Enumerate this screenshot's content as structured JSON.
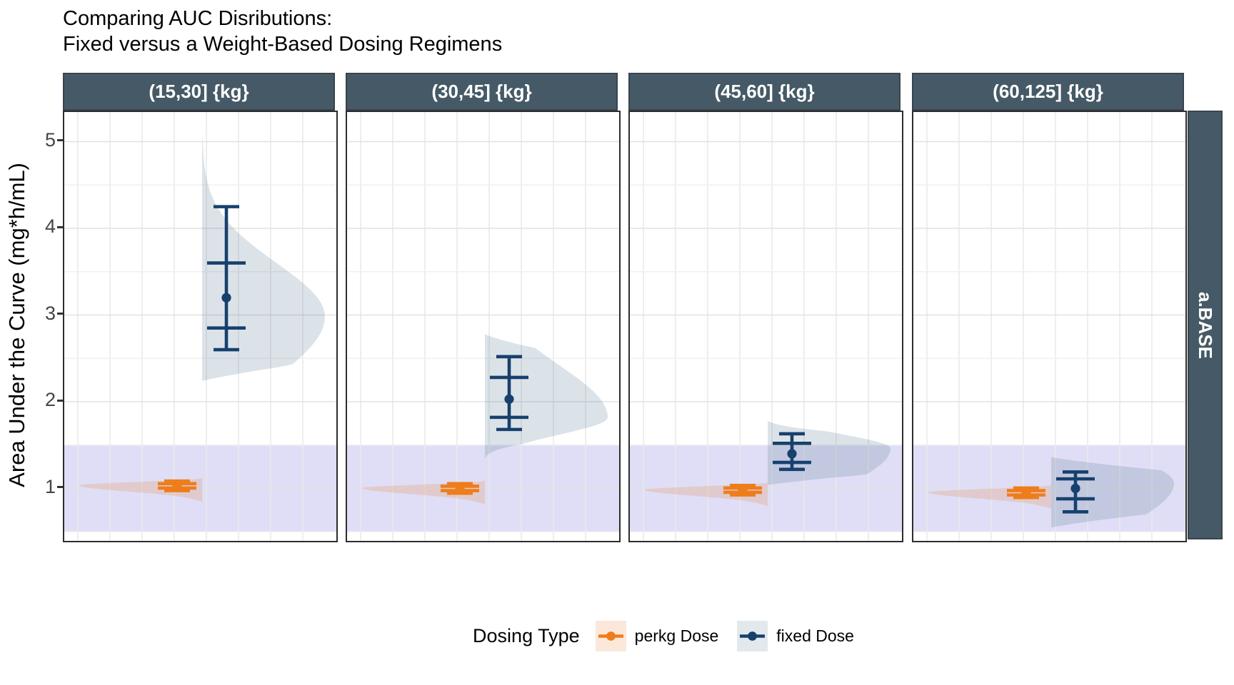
{
  "title": {
    "line1": "Comparing AUC Disributions:",
    "line2": "Fixed versus a Weight-Based Dosing Regimens"
  },
  "y_axis": {
    "title": "Area Under the Curve (mg*h/mL)",
    "ticks": [
      1,
      2,
      3,
      4,
      5
    ]
  },
  "facet_row_label": "a.BASE",
  "legend": {
    "title": "Dosing Type",
    "items": [
      {
        "label": "perkg Dose",
        "color": "#ee7d1c",
        "swatch_bg": "#fbe8da"
      },
      {
        "label": "fixed Dose",
        "color": "#17406d",
        "swatch_bg": "#e2e8ec"
      }
    ]
  },
  "colors": {
    "navy": "#17406d",
    "orange": "#ee7d1c",
    "slab_blue": "#51718c",
    "slab_orange": "#e89a6e",
    "band": "#c5c3ef",
    "strip_bg": "#455a66",
    "grid_major": "#e2e2e2",
    "grid_minor": "#f0f0f0",
    "grid_vertical": "#e9e9e9"
  },
  "chart_data": {
    "type": "interval+density raincloud (faceted half-eye plot)",
    "title": "Comparing AUC Disributions: Fixed versus a Weight-Based Dosing Regimens",
    "ylabel": "Area Under the Curve (mg*h/mL)",
    "ylim": [
      0.45,
      5.35
    ],
    "ytick_values": [
      1,
      2,
      3,
      4,
      5
    ],
    "grid": "major and minor (0.5 steps) horizontal, vertical gridlines unlabeled",
    "legend_position": "bottom",
    "reference_band": {
      "from": 0.5,
      "to": 1.5
    },
    "facets": [
      {
        "title": "(15,30] {kg}",
        "fixed": {
          "median": 3.2,
          "interval66": [
            2.85,
            3.6
          ],
          "interval95": [
            2.6,
            4.25
          ],
          "violin": {
            "min": 2.24,
            "max": 5.13,
            "mode": 2.98,
            "sd_low": 0.7,
            "sd_high": 0.62,
            "edge": 0.18
          }
        },
        "perkg": {
          "median": 1.03,
          "interval66": [
            1.005,
            1.055
          ],
          "interval95": [
            0.975,
            1.085
          ],
          "violin": {
            "min": 0.84,
            "max": 1.12,
            "mode": 1.035,
            "sd_low": 0.07,
            "sd_high": 0.035,
            "edge": 0.03
          }
        }
      },
      {
        "title": "(30,45] {kg}",
        "fixed": {
          "median": 2.03,
          "interval66": [
            1.82,
            2.28
          ],
          "interval95": [
            1.68,
            2.52
          ],
          "violin": {
            "min": 1.35,
            "max": 2.78,
            "mode": 1.82,
            "sd_low": 0.2,
            "sd_high": 0.6,
            "edge": 0.16
          }
        },
        "perkg": {
          "median": 1.0,
          "interval66": [
            0.975,
            1.025
          ],
          "interval95": [
            0.945,
            1.055
          ],
          "violin": {
            "min": 0.81,
            "max": 1.09,
            "mode": 1.005,
            "sd_low": 0.07,
            "sd_high": 0.035,
            "edge": 0.03
          }
        }
      },
      {
        "title": "(45,60] {kg}",
        "fixed": {
          "median": 1.4,
          "interval66": [
            1.3,
            1.52
          ],
          "interval95": [
            1.22,
            1.63
          ],
          "violin": {
            "min": 1.04,
            "max": 1.78,
            "mode": 1.46,
            "sd_low": 0.45,
            "sd_high": 0.165,
            "edge": 0.12
          }
        },
        "perkg": {
          "median": 0.98,
          "interval66": [
            0.955,
            1.005
          ],
          "interval95": [
            0.925,
            1.035
          ],
          "violin": {
            "min": 0.79,
            "max": 1.07,
            "mode": 0.985,
            "sd_low": 0.07,
            "sd_high": 0.035,
            "edge": 0.03
          }
        }
      },
      {
        "title": "(60,125] {kg}",
        "fixed": {
          "median": 1.0,
          "interval66": [
            0.88,
            1.11
          ],
          "interval95": [
            0.73,
            1.19
          ],
          "violin": {
            "min": 0.55,
            "max": 1.36,
            "mode": 1.06,
            "sd_low": 0.5,
            "sd_high": 0.32,
            "edge": 0.15
          }
        },
        "perkg": {
          "median": 0.95,
          "interval66": [
            0.925,
            0.975
          ],
          "interval95": [
            0.895,
            1.005
          ],
          "violin": {
            "min": 0.76,
            "max": 1.04,
            "mode": 0.955,
            "sd_low": 0.07,
            "sd_high": 0.035,
            "edge": 0.03
          }
        }
      }
    ]
  }
}
